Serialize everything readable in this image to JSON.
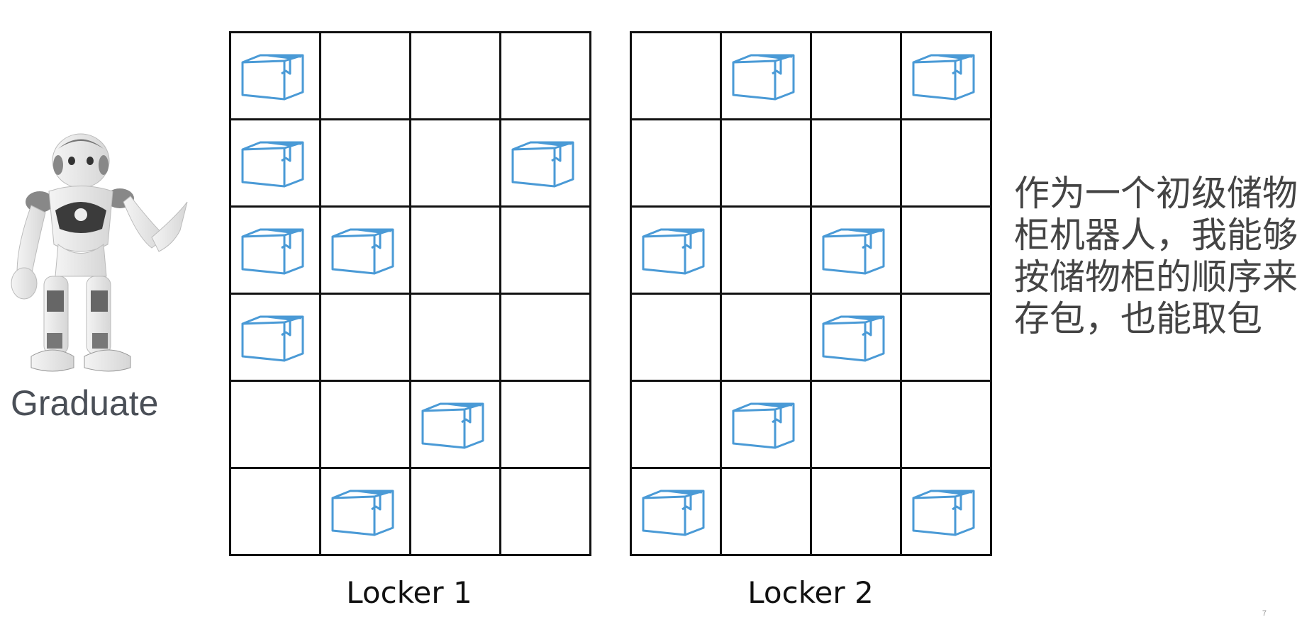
{
  "robot": {
    "label": "Graduate"
  },
  "lockers": [
    {
      "label": "Locker 1",
      "rows": [
        [
          1,
          0,
          0,
          0
        ],
        [
          1,
          0,
          0,
          1
        ],
        [
          1,
          1,
          0,
          0
        ],
        [
          1,
          0,
          0,
          0
        ],
        [
          0,
          0,
          1,
          0
        ],
        [
          0,
          1,
          0,
          0
        ]
      ]
    },
    {
      "label": "Locker 2",
      "rows": [
        [
          0,
          1,
          0,
          1
        ],
        [
          0,
          0,
          0,
          0
        ],
        [
          1,
          0,
          1,
          0
        ],
        [
          0,
          0,
          1,
          0
        ],
        [
          0,
          1,
          0,
          0
        ],
        [
          1,
          0,
          0,
          1
        ]
      ]
    }
  ],
  "description": "作为一个初级储物柜机器人，我能够按储物柜的顺序来存包，也能取包",
  "page_number": "7",
  "colors": {
    "box": "#4a9ad6",
    "grid": "#111111"
  }
}
